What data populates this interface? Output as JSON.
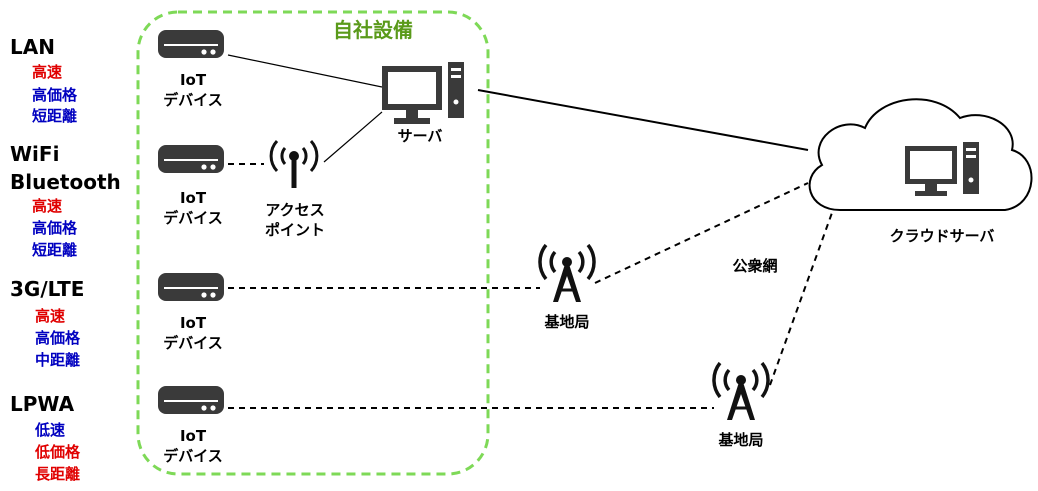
{
  "colors": {
    "fast": "#e00000",
    "slow": "#0000c0",
    "price_high": "#0000c0",
    "price_low": "#e00000",
    "distance_short": "#0000c0",
    "distance_mid": "#0000c0",
    "distance_long": "#e00000",
    "premises_border": "#7ed957",
    "premises_title": "#5a9a1a"
  },
  "premises": {
    "title": "自社設備"
  },
  "categories": [
    {
      "name": "LAN",
      "attrs": [
        "高速",
        "高価格",
        "短距離"
      ]
    },
    {
      "name": "WiFi\nBluetooth",
      "attrs": [
        "高速",
        "高価格",
        "短距離"
      ]
    },
    {
      "name": "3G/LTE",
      "attrs": [
        "高速",
        "高価格",
        "中距離"
      ]
    },
    {
      "name": "LPWA",
      "attrs": [
        "低速",
        "低価格",
        "長距離"
      ]
    }
  ],
  "devices": [
    {
      "label_line1": "IoT",
      "label_line2": "デバイス",
      "icon": "router-icon"
    },
    {
      "label_line1": "IoT",
      "label_line2": "デバイス",
      "icon": "router-icon"
    },
    {
      "label_line1": "IoT",
      "label_line2": "デバイス",
      "icon": "router-icon"
    },
    {
      "label_line1": "IoT",
      "label_line2": "デバイス",
      "icon": "router-icon"
    }
  ],
  "access_point": {
    "label_line1": "アクセス",
    "label_line2": "ポイント",
    "icon": "wifi-antenna-icon"
  },
  "server": {
    "label": "サーバ",
    "icon": "desktop-computer-icon"
  },
  "base_stations": [
    {
      "label": "基地局",
      "icon": "cell-tower-icon"
    },
    {
      "label": "基地局",
      "icon": "cell-tower-icon"
    }
  ],
  "cloud": {
    "label": "クラウドサーバ",
    "icon": "cloud-icon"
  },
  "public_network": {
    "label": "公衆網"
  }
}
